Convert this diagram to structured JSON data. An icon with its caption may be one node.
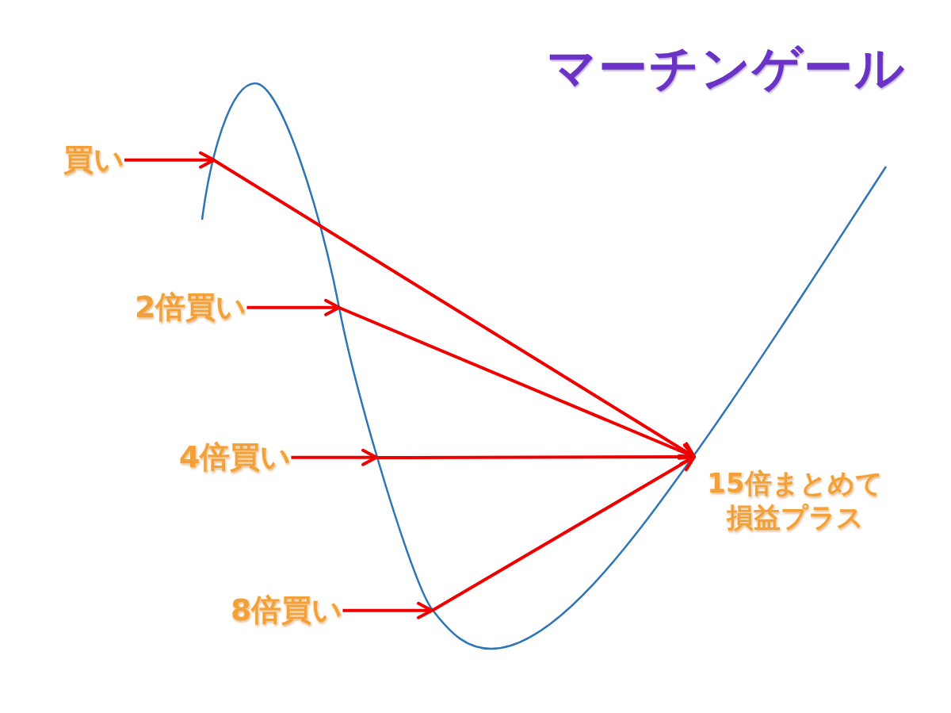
{
  "diagram": {
    "title": "マーチンゲール",
    "nodes": [
      {
        "text": [
          "買い"
        ]
      },
      {
        "text": [
          "2倍買い"
        ]
      },
      {
        "text": [
          "4倍買い"
        ]
      },
      {
        "text": [
          "8倍買い"
        ]
      },
      {
        "text": [
          "15倍まとめて損益プラス"
        ]
      }
    ],
    "edges": [
      {
        "from": 0,
        "to": null,
        "arrow": "to"
      },
      {
        "from": 1,
        "to": null,
        "arrow": "to"
      },
      {
        "from": 2,
        "to": null,
        "arrow": "to"
      },
      {
        "from": 3,
        "to": null,
        "arrow": "to"
      },
      {
        "from": null,
        "to": 4,
        "arrow": "to"
      },
      {
        "from": null,
        "to": 4,
        "arrow": "to"
      },
      {
        "from": null,
        "to": 4,
        "arrow": "to"
      },
      {
        "from": null,
        "to": 4,
        "arrow": "to"
      }
    ]
  }
}
